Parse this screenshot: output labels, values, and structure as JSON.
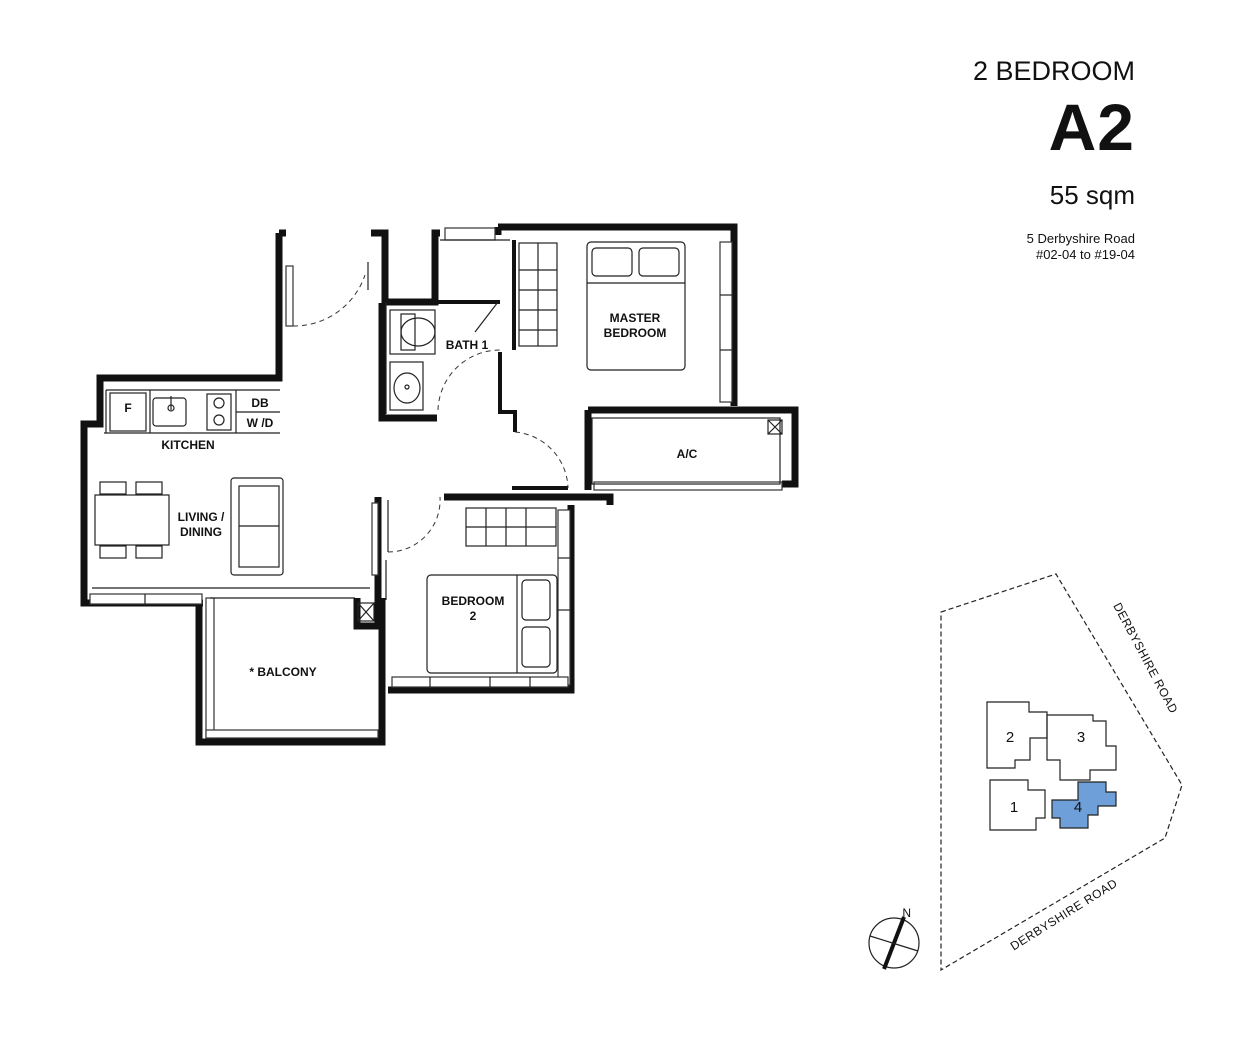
{
  "header": {
    "unit_type": "2 BEDROOM",
    "unit_code": "A2",
    "area": "55 sqm",
    "address_line1": "5 Derbyshire Road",
    "address_line2": "#02-04 to #19-04"
  },
  "rooms": {
    "bath1": "BATH 1",
    "master_line1": "MASTER",
    "master_line2": "BEDROOM",
    "kitchen": "KITCHEN",
    "ac": "A/C",
    "living_line1": "LIVING /",
    "living_line2": "DINING",
    "bedroom2_line1": "BEDROOM",
    "bedroom2_line2": "2",
    "balcony": "* BALCONY"
  },
  "fixtures": {
    "fridge": "F",
    "db": "DB",
    "wd": "W /D"
  },
  "site_plan": {
    "blocks": [
      "1",
      "2",
      "3",
      "4"
    ],
    "highlighted_block": "4",
    "highlight_color": "#6f9fd8",
    "road_east": "DERBYSHIRE ROAD",
    "road_south": "DERBYSHIRE ROAD",
    "compass": "N"
  }
}
